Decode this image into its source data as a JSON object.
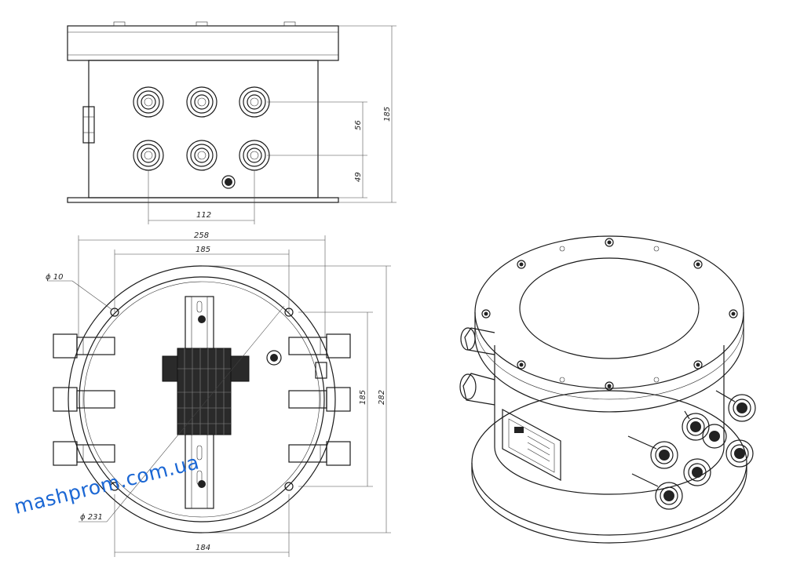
{
  "dimensions": {
    "gland_pitch_h": "112",
    "gland_pitch_v": "56",
    "gland_bottom_offset": "49",
    "front_height": "185",
    "outer_width": "258",
    "inner_width": "185",
    "hole_diameter": "ϕ 10",
    "flange_diameter": "ϕ 231",
    "inner_height": "185",
    "outer_height": "282",
    "bottom_width": "184"
  },
  "watermark": "mashprom.com.ua",
  "colors": {
    "line": "#1a1a1a",
    "watermark": "#1b67d4"
  }
}
